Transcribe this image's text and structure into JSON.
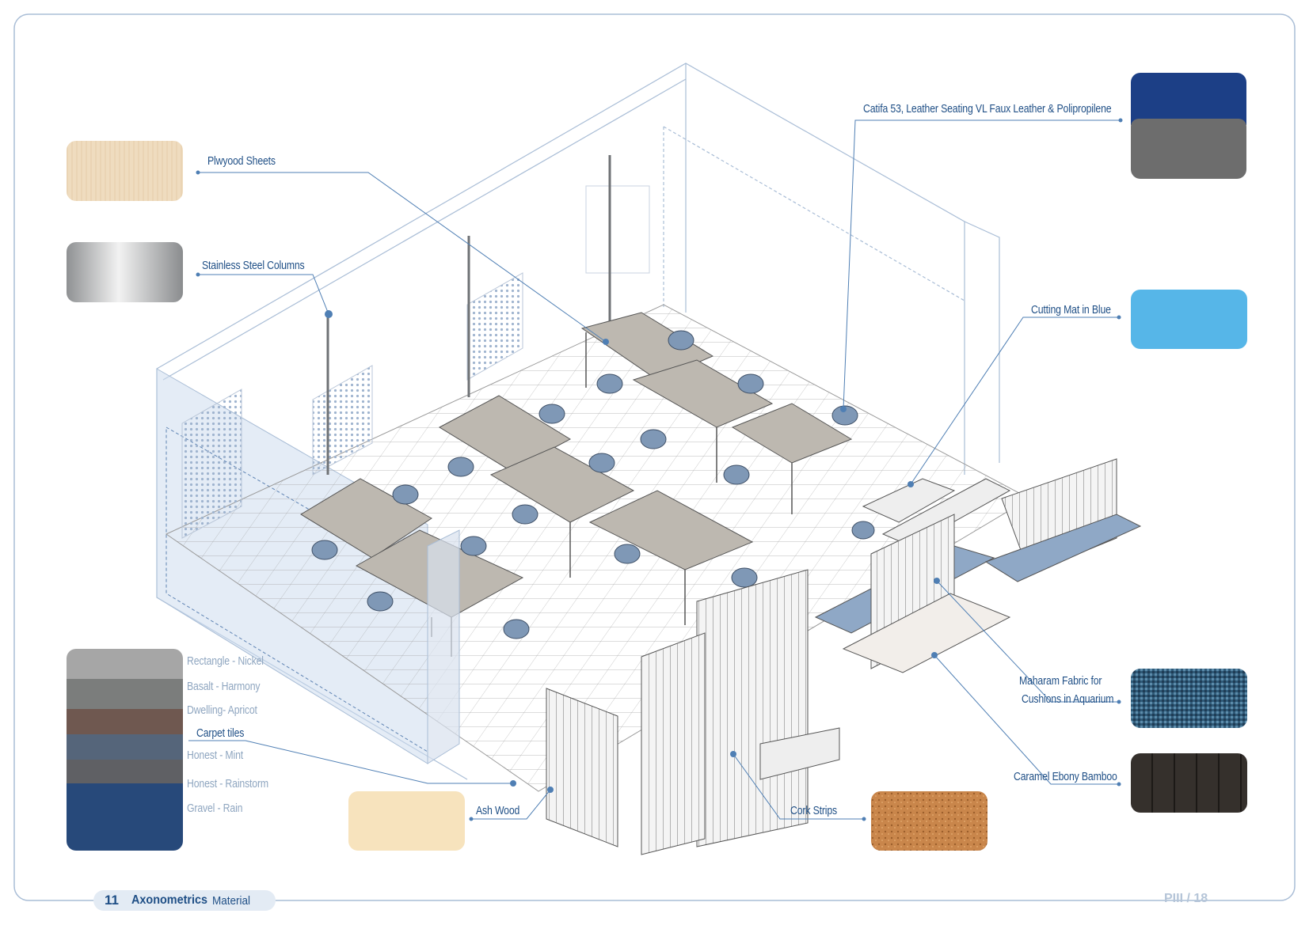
{
  "materials": {
    "plywood": {
      "label": "Plwyood Sheets",
      "color": "#efdcbf"
    },
    "steel": {
      "label": "Stainless Steel Columns",
      "color": "#c4c6c8"
    },
    "catifa": {
      "label": "Catifa 53, Leather Seating VL Faux Leather & Polipropilene",
      "colors": [
        "#1c3f86",
        "#6d6d6d"
      ]
    },
    "cutting_mat": {
      "label": "Cutting Mat in Blue",
      "color": "#56b6e8"
    },
    "maharam": {
      "label_line1": "Maharam Fabric for",
      "label_line2": "Cushions in Aquarium",
      "color": "#2f5a78"
    },
    "bamboo": {
      "label": "Caramel Ebony Bamboo",
      "color": "#35302c"
    },
    "cork": {
      "label": "Cork Strips",
      "color": "#c9864b"
    },
    "ash": {
      "label": "Ash Wood",
      "color": "#f7e3bd"
    },
    "carpet": {
      "label": "Carpet tiles",
      "items": [
        {
          "name": "Rectangle - Nickel",
          "color": "#a6a6a6"
        },
        {
          "name": "Basalt - Harmony",
          "color": "#7b7d7c"
        },
        {
          "name": "Dwelling- Apricot",
          "color": "#6f5850"
        },
        {
          "name": "Honest - Mint",
          "color": "#55657a"
        },
        {
          "name": "Honest - Rainstorm",
          "color": "#5f6064"
        },
        {
          "name": "Gravel - Rain",
          "color": "#27497a"
        }
      ]
    }
  },
  "footer": {
    "number": "11",
    "title": "Axonometrics",
    "subtitle": "Material",
    "page": "PIII / 18"
  },
  "colors": {
    "accent": "#1f4f86",
    "frame": "#a9bdd6",
    "leader": "#4f7fb4",
    "desk": "#bdb8b0",
    "chair": "#7f98b6",
    "screen": "#d8e1ee"
  }
}
